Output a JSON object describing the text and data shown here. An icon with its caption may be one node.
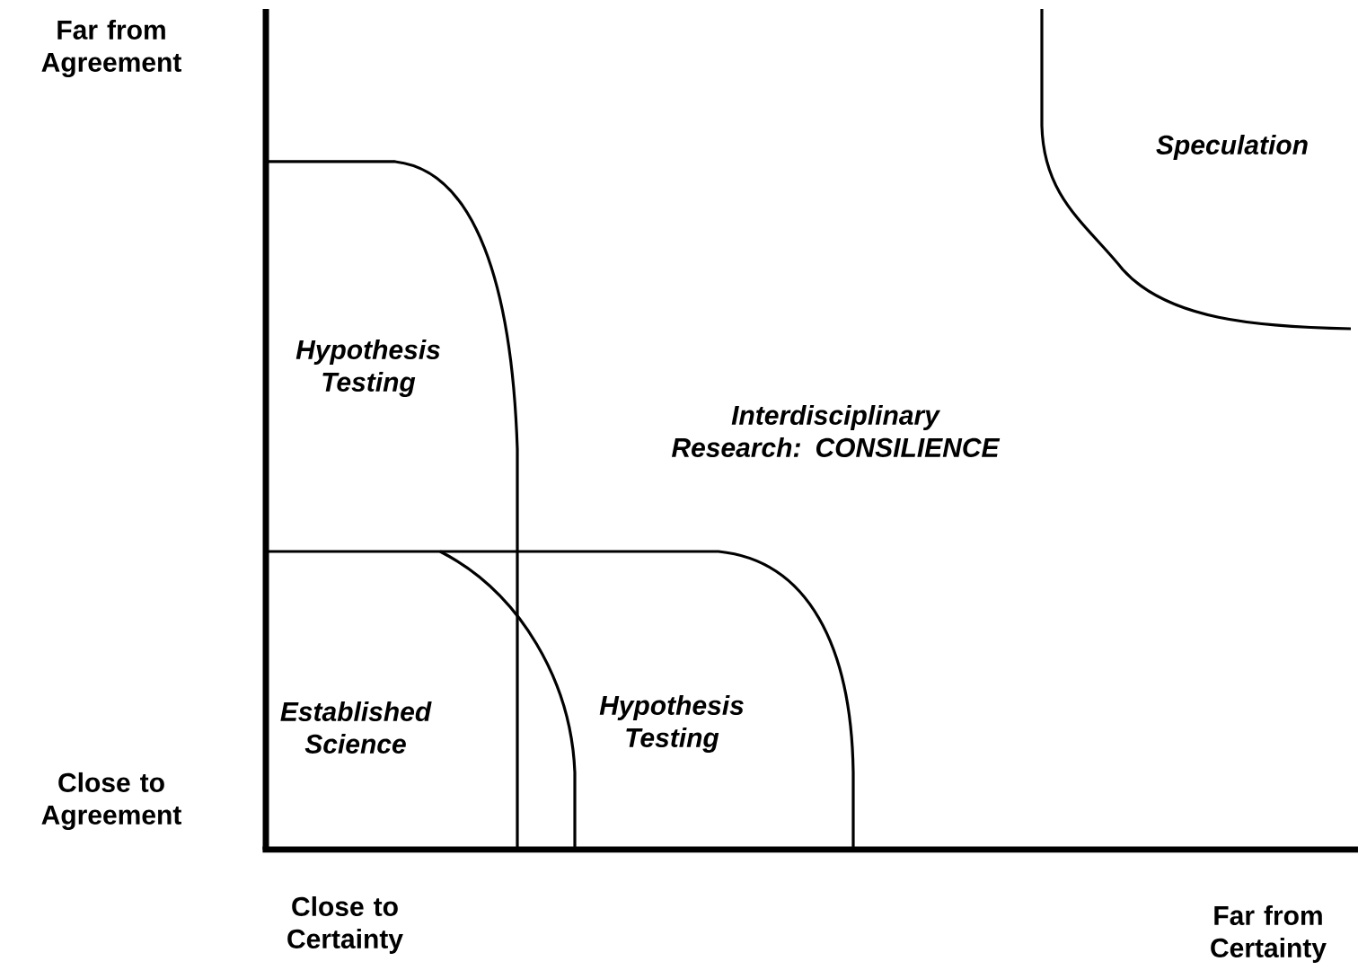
{
  "diagram": {
    "labels": [
      "Far from Agreement",
      "Speculation",
      "Hypothesis Testing",
      "Interdisciplinary Research: CONSILIENCE",
      "Established Science",
      "Hypothesis Testing",
      "Close to Agreement",
      "Close to Certainty",
      "Far from Certainty"
    ]
  }
}
